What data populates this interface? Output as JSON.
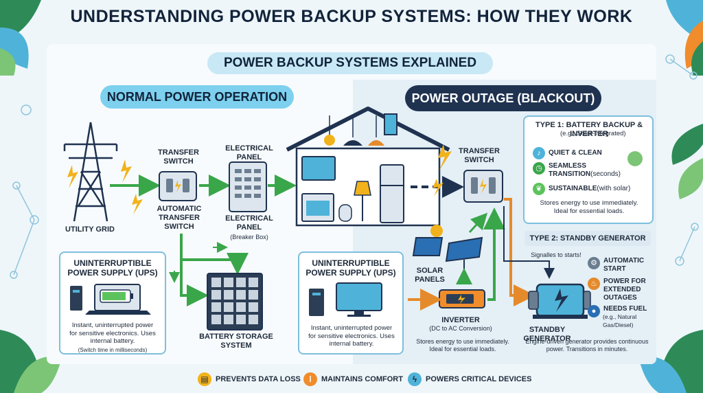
{
  "header": {
    "title": "UNDERSTANDING POWER BACKUP SYSTEMS: HOW THEY WORK",
    "subtitle": "POWER BACKUP SYSTEMS EXPLAINED"
  },
  "normal": {
    "label": "NORMAL POWER OPERATION",
    "utility_grid": "UTILITY GRID",
    "transfer_switch": "TRANSFER\nSWITCH",
    "automatic_transfer": "AUTOMATIC\nTRANSFER\nSWITCH",
    "electrical_panel_top": "ELECTRICAL\nPANEL",
    "electrical_panel_bottom": "ELECTRICAL\nPANEL",
    "breaker_box": "(Breaker Box)",
    "battery_storage": "BATTERY STORAGE\nSYSTEM",
    "ups_title": "UNINTERRUPTIBLE\nPOWER SUPPLY (UPS)",
    "ups_text": "Instant, uninterrupted power\nfor sensitive electronics. Uses\ninternal battery.",
    "ups_note": "(Switch time in milliseconds)"
  },
  "outage": {
    "label": "POWER OUTAGE (BLACKOUT)",
    "transfer_switch": "TRANSFER\nSWITCH",
    "solar_panels": "SOLAR\nPANELS",
    "inverter": "INVERTER",
    "inverter_note": "(DC to AC Conversion)",
    "inverter_text": "Stores energy to use immediately.\nIdeal for essential loads.",
    "ups_title": "UNINTERRUPTIBLE\nPOWER SUPPLY (UPS)",
    "ups_text": "Instant, uninterrupted power\nfor sensitive electronics. Uses\ninternal battery.",
    "signal": "Signalles to starts!",
    "standby_label": "STANDBY GENERATOR",
    "standby_text": "Engine-driven generator provides continuous\npower. Transitions in minutes."
  },
  "type1": {
    "title": "TYPE 1: BATTERY BACKUP &\nINVERTER",
    "title_note": "(e.g., Solar-Integrated)",
    "features": [
      {
        "icon": "speaker-icon",
        "bold": "QUIET & CLEAN",
        "rest": ""
      },
      {
        "icon": "clock-icon",
        "bold": "SEAMLESS\nTRANSITION",
        "rest": " (seconds)"
      },
      {
        "icon": "leaf-icon",
        "bold": "SUSTAINABLE",
        "rest": " (with solar)"
      }
    ],
    "text": "Stores energy to use immediately.\nIdeal for essential loads."
  },
  "type2": {
    "title": "TYPE 2: STANDBY GENERATOR",
    "features": [
      {
        "icon": "gear-icon",
        "bold": "AUTOMATIC\nSTART",
        "rest": ""
      },
      {
        "icon": "flame-icon",
        "bold": "POWER FOR\nEXTENDED\nOUTAGES",
        "rest": ""
      },
      {
        "icon": "fuel-drop-icon",
        "bold": "NEEDS FUEL",
        "rest": ""
      }
    ],
    "fuel_note": "(e.g., Natural\nGas/Diesel)"
  },
  "footer": [
    {
      "icon": "document-icon",
      "label": "PREVENTS DATA LOSS"
    },
    {
      "icon": "thermometer-icon",
      "label": "MAINTAINS COMFORT"
    },
    {
      "icon": "bolt-icon",
      "label": "POWERS CRITICAL DEVICES"
    }
  ],
  "colors": {
    "accent_blue": "#7dd0ee",
    "dark_navy": "#1f3250",
    "flow_green": "#3aa64a",
    "flow_orange": "#e58a2b",
    "bolt_yellow": "#f2b21b"
  }
}
